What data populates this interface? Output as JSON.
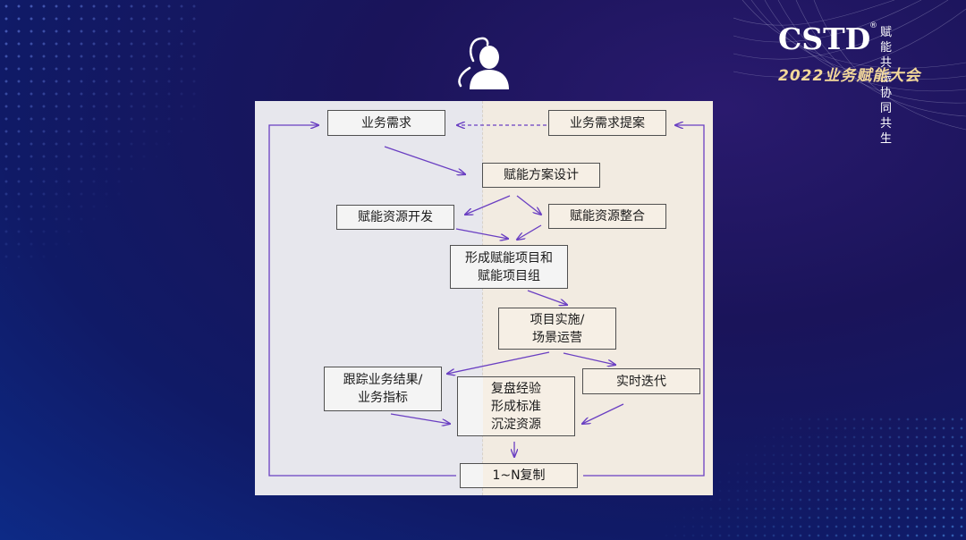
{
  "branding": {
    "logo_text": "CSTD",
    "registered_mark": "®",
    "tagline_line1": "赋能共振",
    "tagline_line2": "协同共生",
    "event_title": "2022业务赋能大会"
  },
  "diagram": {
    "nodes": {
      "business_need": "业务需求",
      "business_need_proposal": "业务需求提案",
      "enablement_plan_design": "赋能方案设计",
      "resource_development": "赋能资源开发",
      "resource_integration": "赋能资源整合",
      "form_project": {
        "line1": "形成赋能项目和",
        "line2": "赋能项目组"
      },
      "project_implementation": {
        "line1": "项目实施/",
        "line2": "场景运营"
      },
      "track_results": {
        "line1": "跟踪业务结果/",
        "line2": "业务指标"
      },
      "realtime_iteration": "实时迭代",
      "review": {
        "line1": "复盘经验",
        "line2": "形成标准",
        "line3": "沉淀资源"
      },
      "replicate": "1~N复制"
    },
    "colors": {
      "arrow": "#6a3fc2",
      "left_panel": "#e7e7ed",
      "right_panel": "#f2ebe1",
      "box_border": "#505050"
    }
  }
}
